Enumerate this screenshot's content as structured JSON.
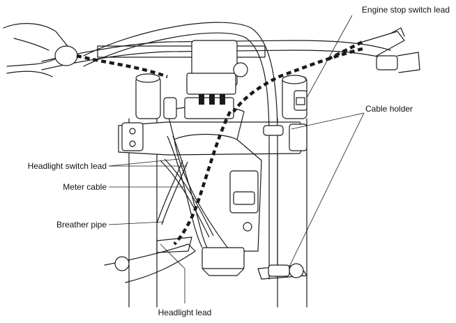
{
  "labels": {
    "engine_stop_switch_lead": "Engine stop switch lead",
    "cable_holder": "Cable holder",
    "headlight_switch_lead": "Headlight switch  lead",
    "meter_cable": "Meter cable",
    "breather_pipe": "Breather pipe",
    "headlight_lead": "Headlight lead"
  }
}
